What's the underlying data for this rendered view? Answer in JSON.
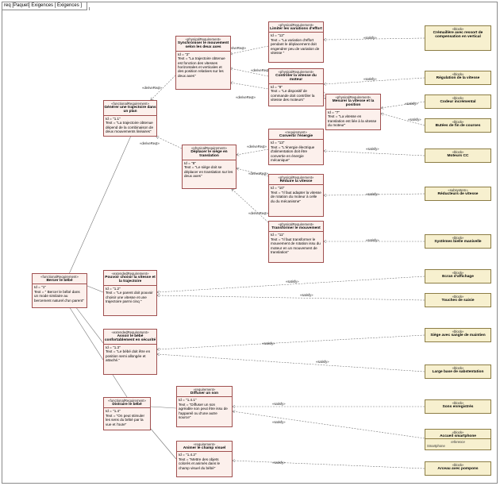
{
  "frame": {
    "title": "req [Paquet] Exigences [ Exigences ]"
  },
  "requirements": {
    "r1": {
      "stereotype": "«functionalRequirement»",
      "name": "Bercer le bébé",
      "id": "Id = \"1\"",
      "text": "Text = \" Bercer le bébé dans un mode similaire au bercement naturel d'un parent\""
    },
    "r11": {
      "stereotype": "«functionalRequirement»",
      "name": "Générer une trajectoire dans un plan",
      "id": "Id = \"1.1\"",
      "text": "Text = \"La trajectoire obtenue dépend de la combinaison de deux mouvements linéaires\""
    },
    "r2": {
      "stereotype": "«physicalRequirement»",
      "name": "Synchroniser le mouvement selon les deux axes",
      "id": "Id = \"2\"",
      "text": "Text = \"La trajectoire obtenue est fonction des vitesses horizontales et verticales et des position relatives sur les deux axes\""
    },
    "r12x": {
      "stereotype": "«physicalRequirement»",
      "name": "Limiter les variations d'effort",
      "id": "Id = \"12\"",
      "text": "Text = \"La variation d'effort pendant le déplacement doit engendrer peu de variation de vitesse \""
    },
    "r9": {
      "stereotype": "«physicalRequirement»",
      "name": "Contrôler la vitesse du moteur",
      "id": "Id = \"9\"",
      "text": "Text = \"Le dispositif de commande doit contrôler la vitesse des moteurs\""
    },
    "r7": {
      "stereotype": "«physicalRequirement»",
      "name": "Mesurer la vitesse et la position",
      "id": "Id = \"7\"",
      "text": "Text = \"La vitesse en translation est liée à la vitesse du moteur\""
    },
    "r8": {
      "stereotype": "«physicalRequirement»",
      "name": "Déplacer le siège en translation",
      "id": "Id = \"8\"",
      "text": "Text = \"Le siège doit se déplacer en translation sur les deux axes\""
    },
    "r13": {
      "stereotype": "«requirement»",
      "name": "Convertir l'énergie",
      "id": "Id = \"13\"",
      "text": "Text = \"L'énergie électrique d'alimentation doit être convertie en énergie mécanique\""
    },
    "r10": {
      "stereotype": "«physicalRequirement»",
      "name": "Réduire la vitesse",
      "id": "Id = \"10\"",
      "text": "Text = \"Il faut adapter la vitesse de rotation du moteur à celle du du mécanisme\""
    },
    "r11b": {
      "stereotype": "«physicalRequirement»",
      "name": "Transformer le mouvement",
      "id": "Id = \"11\"",
      "text": "Text = \"Il faut transformer le mouvement de rotation issu du moteur en un mouvement de translation\""
    },
    "r12": {
      "stereotype": "«extendedRequirement»",
      "name": "Pouvoir choisir la vitesse et la trajectoire",
      "id": "Id = \"1.2\"",
      "text": "Text = \"Le parent doit pouvoir choisir une vitesse et une trajectoire parmi cinq \""
    },
    "r13b": {
      "stereotype": "«extendedRequirement»",
      "name": "Assoir le bébé confortablement en sécurité",
      "id": "Id = \"1.3\"",
      "text": "Text = \"Le bébé doit être en position semi allongée et attaché.\""
    },
    "r14": {
      "stereotype": "«functionalRequirement»",
      "name": "Distraire le bébé",
      "id": "Id = \"1.4\"",
      "text": "Text = \"On peut stimuler les sens du bébé par la vue et l'ouïe\""
    },
    "r141": {
      "stereotype": "«requirement»",
      "name": "Diffuser un son",
      "id": "Id = \"1.4.1\"",
      "text": "Text = \"Diffuser un son agréable son peut être issu de l'appareil ou d'une autre source\""
    },
    "r142": {
      "stereotype": "«requirement»",
      "name": "Animer le champ visuel",
      "id": "Id = \"1.4.2\"",
      "text": "Text = \"Mettre des objets colorés et animés dans le champ visuel du bébé\""
    }
  },
  "blocks": {
    "b1": {
      "stereotype": "«block»",
      "name": "Crémaillère avec ressort de compensation en vertical"
    },
    "b2": {
      "stereotype": "«block»",
      "name": "Régulation de la vitesse"
    },
    "b3": {
      "stereotype": "«block»",
      "name": "Codeur incrémental"
    },
    "b4": {
      "stereotype": "«block»",
      "name": "Butées de fin de courses"
    },
    "b5": {
      "stereotype": "«block»",
      "name": "Moteurs CC"
    },
    "b6": {
      "stereotype": "«subsystem»",
      "name": "Réducteurs de vitesse"
    },
    "b7": {
      "stereotype": "«block»",
      "name": "Systèmes bielle manivelle"
    },
    "b8": {
      "stereotype": "«block»",
      "name": "Ecran d'affichage"
    },
    "b9": {
      "stereotype": "«block»",
      "name": "Touches de saisie"
    },
    "b10": {
      "stereotype": "«block»",
      "name": "Siège avec sangle de maintien"
    },
    "b11": {
      "stereotype": "«block»",
      "name": "Large base de sabstentation"
    },
    "b12": {
      "stereotype": "«block»",
      "name": "Sons enregistrés"
    },
    "b13": {
      "stereotype": "«block»",
      "name": "Accueil smartphone",
      "ref_label": "reference",
      "ref_value": "Smartphone"
    },
    "b14": {
      "stereotype": "«block»",
      "name": "Arceau avec pompons"
    }
  },
  "relations": {
    "derive": "«deriveReqt»",
    "satisfy": "«satisfy»"
  },
  "colors": {
    "requirement_fill": "#fcf0ec",
    "requirement_border": "#a05050",
    "block_fill": "#f7f0cf",
    "block_border": "#8c7d45"
  }
}
